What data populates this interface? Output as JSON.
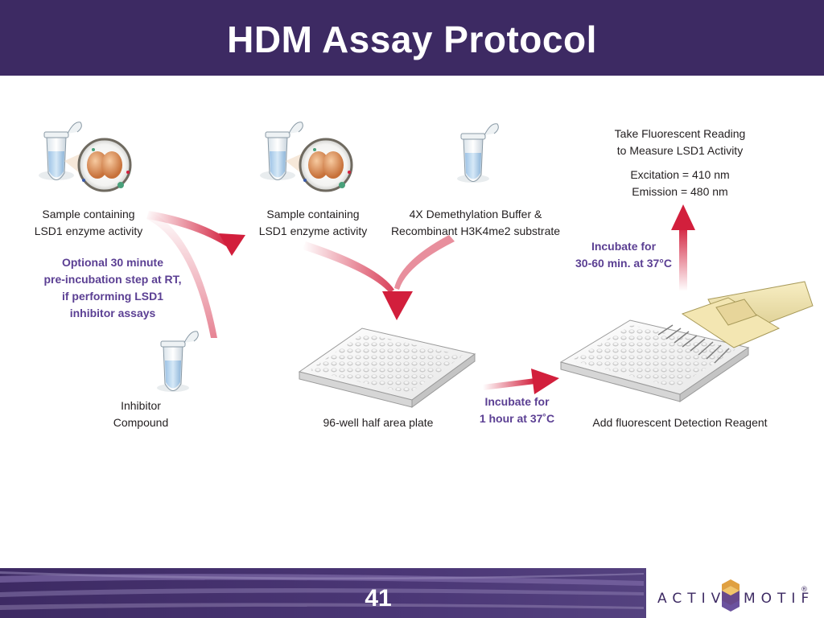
{
  "header": {
    "title": "HDM Assay Protocol"
  },
  "labels": {
    "sample1_line1": "Sample containing",
    "sample1_line2": "LSD1 enzyme activity",
    "optional_line1": "Optional 30 minute",
    "optional_line2": "pre-incubation step at RT,",
    "optional_line3": "if performing LSD1",
    "optional_line4": "inhibitor assays",
    "inhibitor_line1": "Inhibitor",
    "inhibitor_line2": "Compound",
    "sample2_line1": "Sample containing",
    "sample2_line2": "LSD1 enzyme activity",
    "buffer_line1": "4X Demethylation Buffer &",
    "buffer_line2": "Recombinant H3K4me2 substrate",
    "plate": "96-well half area plate",
    "incubate1_line1": "Incubate for",
    "incubate1_line2": "1 hour at 37˚C",
    "detection": "Add fluorescent Detection Reagent",
    "incubate2_line1": "Incubate for",
    "incubate2_line2": "30-60 min. at 37°C",
    "reading_line1": "Take Fluorescent Reading",
    "reading_line2": "to Measure LSD1 Activity",
    "excitation": "Excitation = 410 nm",
    "emission": "Emission = 480 nm"
  },
  "footer": {
    "page_number": "41"
  },
  "logo": {
    "word1": "ACTIVE",
    "word2": "MOTIF",
    "registered": "®"
  },
  "colors": {
    "header_bg": "#3d2a63",
    "accent_purple": "#5b3f93",
    "arrow_red": "#d21f3c",
    "text_dark": "#231f20"
  }
}
